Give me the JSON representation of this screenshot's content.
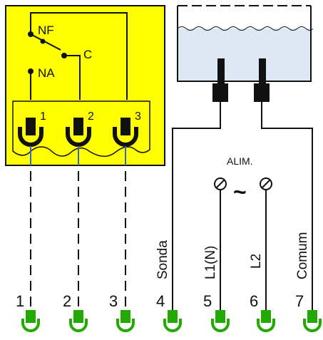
{
  "relay": {
    "label_nf": "NF",
    "label_c": "C",
    "label_na": "NA",
    "pins": [
      "1",
      "2",
      "3"
    ],
    "body_color": "#ffff00"
  },
  "reservoir": {
    "liquid_color": "#dde8f4"
  },
  "supply": {
    "label": "ALIM.",
    "tilde": "~"
  },
  "wire_labels": {
    "sonda": "Sonda",
    "l1n": "L1(N)",
    "l2": "L2",
    "comum": "Comum"
  },
  "terminals": {
    "numbers": [
      "1",
      "2",
      "3",
      "4",
      "5",
      "6",
      "7"
    ],
    "color": "#22aa00"
  }
}
